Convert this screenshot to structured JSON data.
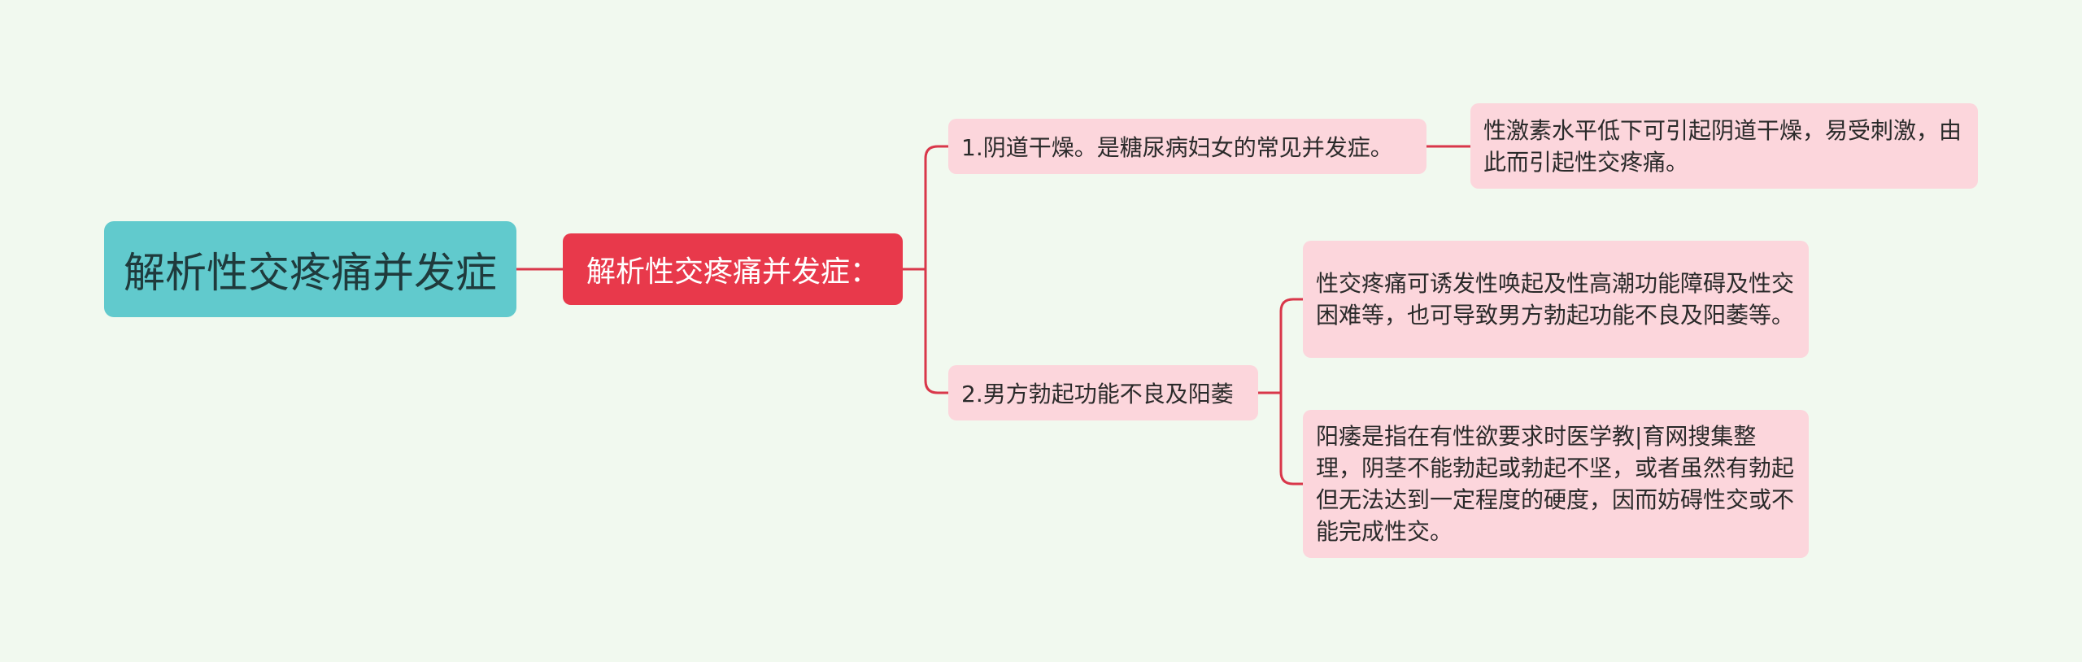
{
  "diagram": {
    "type": "mind-map",
    "colors": {
      "background": "#f1f9ef",
      "root": "#61cacd",
      "main": "#e8394b",
      "sub": "#fcd6dc",
      "connector": "#d9374a"
    },
    "root": {
      "label": "解析性交疼痛并发症"
    },
    "main": {
      "label": "解析性交疼痛并发症："
    },
    "branches": [
      {
        "label": "1.阴道干燥。是糖尿病妇女的常见并发症。",
        "details": [
          "性激素水平低下可引起阴道干燥，易受刺激，由此而引起性交疼痛。"
        ]
      },
      {
        "label": "2.男方勃起功能不良及阳萎",
        "details": [
          "性交疼痛可诱发性唤起及性高潮功能障碍及性交困难等，也可导致男方勃起功能不良及阳萎等。",
          "阳痿是指在有性欲要求时医学教|育网搜集整理，阴茎不能勃起或勃起不坚，或者虽然有勃起但无法达到一定程度的硬度，因而妨碍性交或不能完成性交。"
        ]
      }
    ]
  }
}
